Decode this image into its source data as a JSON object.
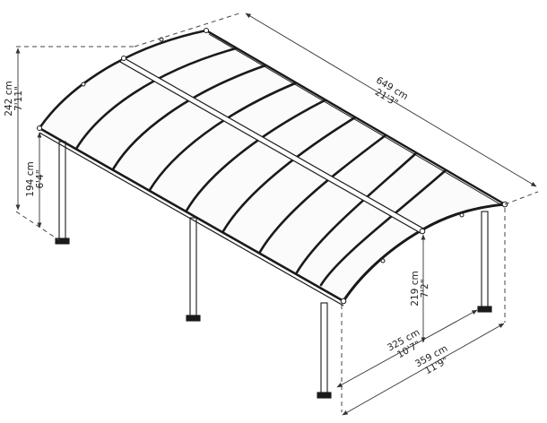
{
  "diagram": {
    "subject": "carport with arched polycarbonate roof",
    "colors": {
      "background": "#ffffff",
      "line": "#1a1a1a",
      "dimension_line": "#333333",
      "text": "#222222",
      "panel_fill": "#fbfbfb"
    },
    "dimensions": {
      "overall_height": {
        "metric": "242 cm",
        "imperial": "7'11\""
      },
      "gutter_height": {
        "metric": "194 cm",
        "imperial": "6'4\""
      },
      "length": {
        "metric": "649 cm",
        "imperial": "21'3\""
      },
      "front_height": {
        "metric": "219 cm",
        "imperial": "7'2\""
      },
      "post_width": {
        "metric": "325 cm",
        "imperial": "10'7\""
      },
      "overall_width": {
        "metric": "359 cm",
        "imperial": "11'9\""
      }
    }
  }
}
